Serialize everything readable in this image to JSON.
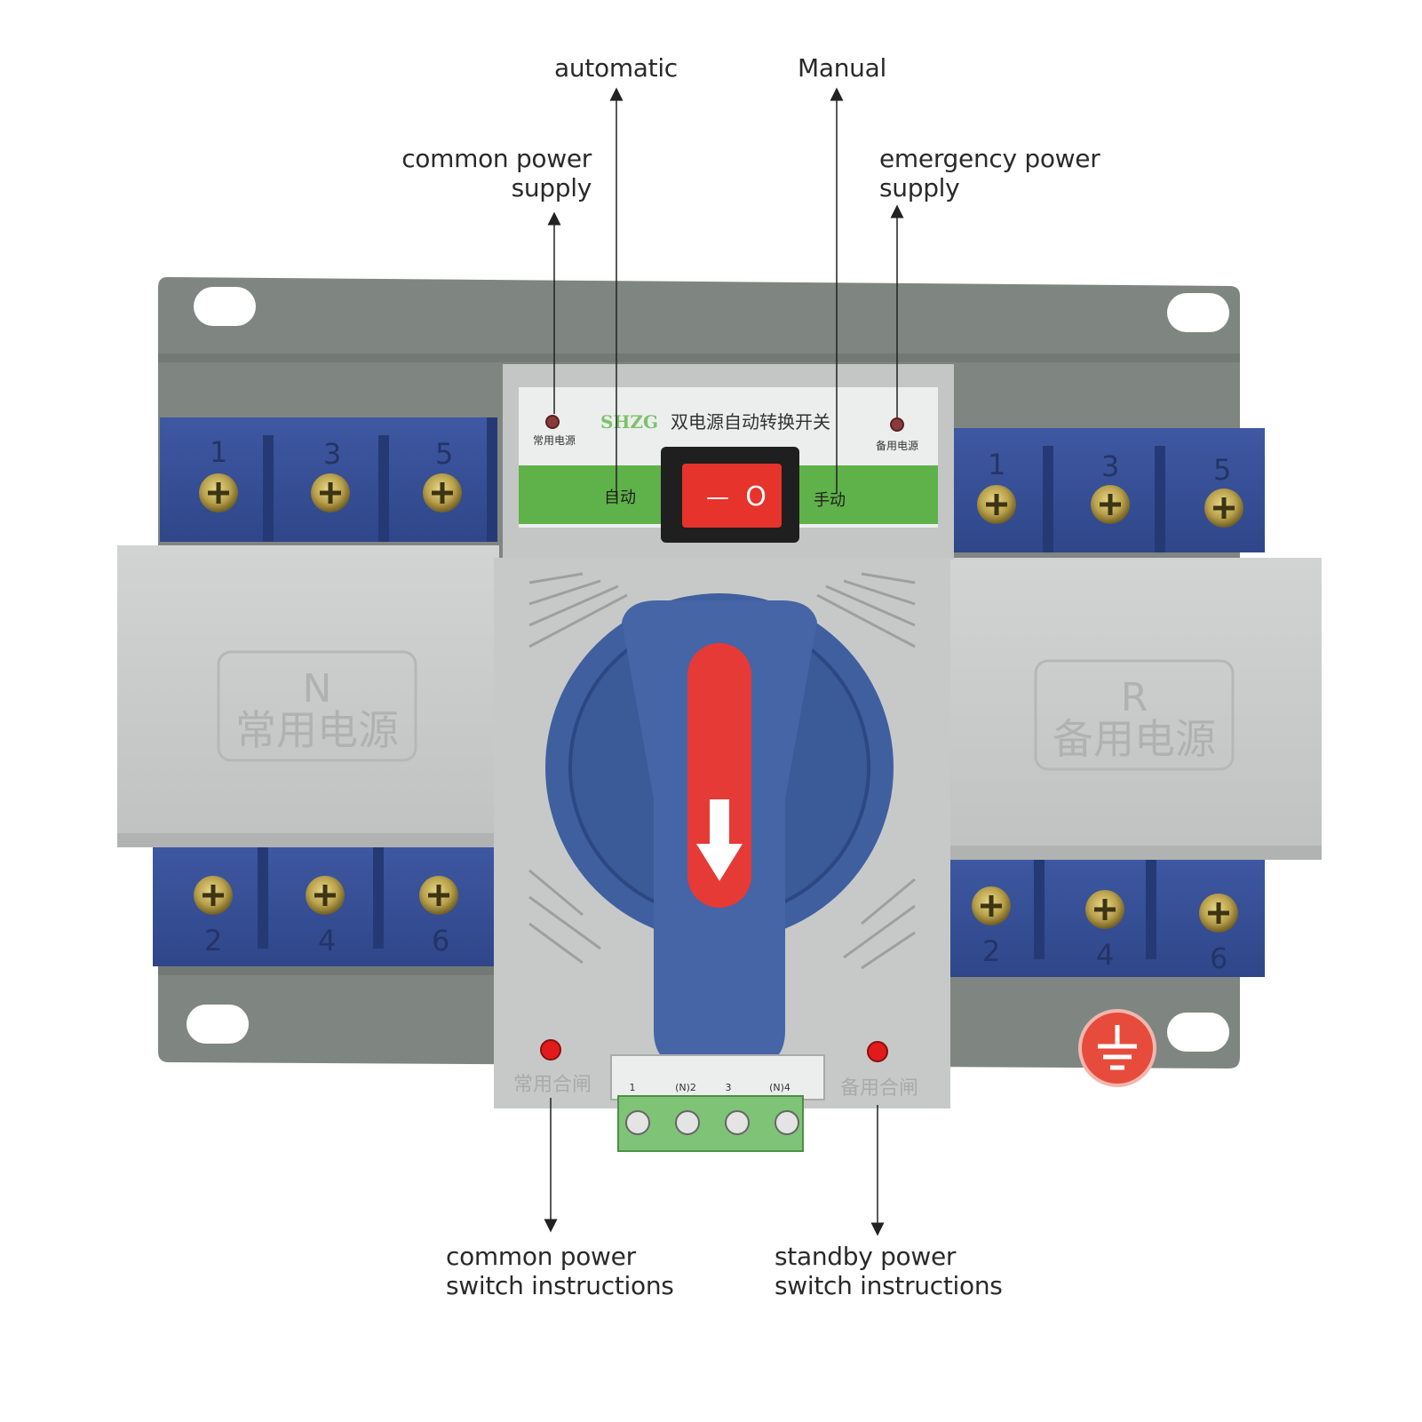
{
  "callouts": {
    "automatic": "automatic",
    "manual": "Manual",
    "common_supply": {
      "line1": "common power",
      "line2": "supply"
    },
    "emergency_supply": {
      "line1": "emergency power",
      "line2": "supply"
    },
    "common_switch": {
      "line1": "common power",
      "line2": "switch instructions"
    },
    "standby_switch": {
      "line1": "standby power",
      "line2": "switch instructions"
    }
  },
  "device": {
    "brand": "SHZG",
    "title_cn": "双电源自动转换开关",
    "led_left_label": "常用电源",
    "led_right_label": "备用电源",
    "mode_auto": "自动",
    "mode_manual": "手动",
    "rocker_off": "—",
    "rocker_on": "O",
    "cover_left": {
      "letter": "N",
      "text": "常用电源"
    },
    "cover_right": {
      "letter": "R",
      "text": "备用电源"
    },
    "bottom_left_label": "常用合闸",
    "bottom_right_label": "备用合闸",
    "terminal_labels": [
      "1",
      "(N)2",
      "3",
      "(N)4"
    ],
    "top_terminal_numbers": [
      "1",
      "3",
      "5"
    ],
    "bottom_terminal_numbers": [
      "2",
      "4",
      "6"
    ]
  },
  "colors": {
    "plate": "#7f8682",
    "terminal_blue": "#37509a",
    "cover_gray": "#c9cbcb",
    "handle_blue": "#3f5f9f",
    "handle_red": "#e63a36",
    "indicator_green": "#5fb14a",
    "ground_badge": "#e74b3c"
  }
}
